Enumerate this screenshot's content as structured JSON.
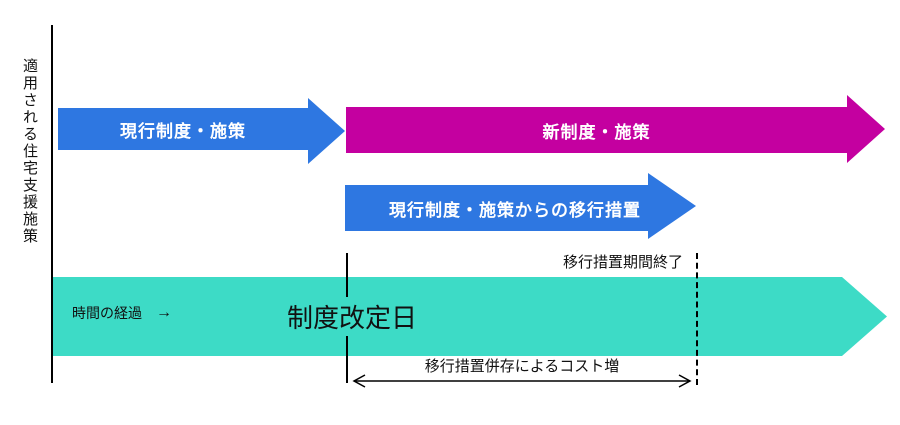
{
  "diagram": {
    "y_axis_label": "適用される住宅支援施策",
    "time_axis": {
      "label": "時間の経過",
      "arrow_glyph": "→"
    },
    "arrows": {
      "current": {
        "label": "現行制度・施策",
        "color": "#2E77E1"
      },
      "new": {
        "label": "新制度・施策",
        "color": "#C400A0"
      },
      "transition": {
        "label": "現行制度・施策からの移行措置",
        "color": "#2E77E1"
      },
      "timeline": {
        "color": "#3DDBC6"
      }
    },
    "markers": {
      "revision_date_label": "制度改定日",
      "transition_end_label": "移行措置期間終了",
      "cost_span_label": "移行措置併存によるコスト増"
    },
    "colors": {
      "arrow_blue": "#2E77E1",
      "arrow_magenta": "#C400A0",
      "band_teal": "#3DDBC6",
      "line_black": "#000000",
      "arrow_text_white": "#FFFFFF"
    }
  }
}
